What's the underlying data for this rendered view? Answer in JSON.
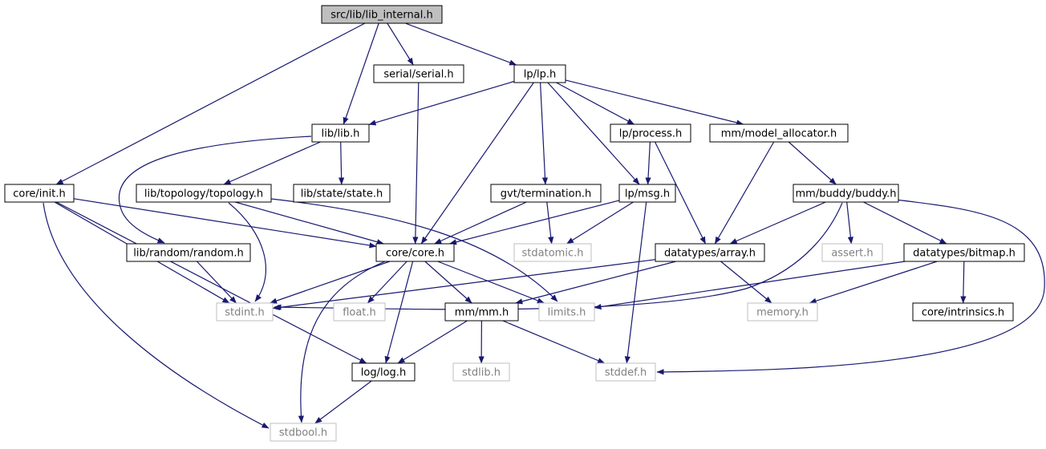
{
  "colors": {
    "edge": "#191970",
    "node_border": "#000000",
    "system_border": "#bfbfbf",
    "root_fill": "#bfbfbf",
    "system_text": "#808080",
    "text": "#000000"
  },
  "graph": {
    "nodes": [
      {
        "id": "lib_internal",
        "label": "src/lib/lib_internal.h",
        "kind": "root"
      },
      {
        "id": "serial",
        "label": "serial/serial.h",
        "kind": "file"
      },
      {
        "id": "lp",
        "label": "lp/lp.h",
        "kind": "file"
      },
      {
        "id": "lib",
        "label": "lib/lib.h",
        "kind": "file"
      },
      {
        "id": "process",
        "label": "lp/process.h",
        "kind": "file"
      },
      {
        "id": "model_allocator",
        "label": "mm/model_allocator.h",
        "kind": "file"
      },
      {
        "id": "init",
        "label": "core/init.h",
        "kind": "file"
      },
      {
        "id": "topology",
        "label": "lib/topology/topology.h",
        "kind": "file"
      },
      {
        "id": "state",
        "label": "lib/state/state.h",
        "kind": "file"
      },
      {
        "id": "termination",
        "label": "gvt/termination.h",
        "kind": "file"
      },
      {
        "id": "msg",
        "label": "lp/msg.h",
        "kind": "file"
      },
      {
        "id": "buddy",
        "label": "mm/buddy/buddy.h",
        "kind": "file"
      },
      {
        "id": "random",
        "label": "lib/random/random.h",
        "kind": "file"
      },
      {
        "id": "core",
        "label": "core/core.h",
        "kind": "file"
      },
      {
        "id": "stdatomic",
        "label": "stdatomic.h",
        "kind": "system"
      },
      {
        "id": "array",
        "label": "datatypes/array.h",
        "kind": "file"
      },
      {
        "id": "assert",
        "label": "assert.h",
        "kind": "system"
      },
      {
        "id": "bitmap",
        "label": "datatypes/bitmap.h",
        "kind": "file"
      },
      {
        "id": "stdint",
        "label": "stdint.h",
        "kind": "system"
      },
      {
        "id": "float",
        "label": "float.h",
        "kind": "system"
      },
      {
        "id": "mm",
        "label": "mm/mm.h",
        "kind": "file"
      },
      {
        "id": "limits",
        "label": "limits.h",
        "kind": "system"
      },
      {
        "id": "memory",
        "label": "memory.h",
        "kind": "system"
      },
      {
        "id": "intrinsics",
        "label": "core/intrinsics.h",
        "kind": "file"
      },
      {
        "id": "log",
        "label": "log/log.h",
        "kind": "file"
      },
      {
        "id": "stdlib",
        "label": "stdlib.h",
        "kind": "system"
      },
      {
        "id": "stddef",
        "label": "stddef.h",
        "kind": "system"
      },
      {
        "id": "stdbool",
        "label": "stdbool.h",
        "kind": "system"
      }
    ],
    "edges": [
      [
        "lib_internal",
        "init"
      ],
      [
        "lib_internal",
        "lib"
      ],
      [
        "lib_internal",
        "serial"
      ],
      [
        "lib_internal",
        "lp"
      ],
      [
        "serial",
        "core"
      ],
      [
        "lp",
        "lib"
      ],
      [
        "lp",
        "core"
      ],
      [
        "lp",
        "termination"
      ],
      [
        "lp",
        "msg"
      ],
      [
        "lp",
        "process"
      ],
      [
        "lp",
        "model_allocator"
      ],
      [
        "lib",
        "random"
      ],
      [
        "lib",
        "topology"
      ],
      [
        "lib",
        "state"
      ],
      [
        "process",
        "msg"
      ],
      [
        "process",
        "array"
      ],
      [
        "model_allocator",
        "array"
      ],
      [
        "model_allocator",
        "buddy"
      ],
      [
        "init",
        "core"
      ],
      [
        "init",
        "stdint"
      ],
      [
        "init",
        "log"
      ],
      [
        "init",
        "stdbool"
      ],
      [
        "topology",
        "core"
      ],
      [
        "topology",
        "stdint"
      ],
      [
        "topology",
        "limits"
      ],
      [
        "termination",
        "core"
      ],
      [
        "termination",
        "stdatomic"
      ],
      [
        "msg",
        "core"
      ],
      [
        "msg",
        "stdatomic"
      ],
      [
        "msg",
        "stddef"
      ],
      [
        "buddy",
        "array"
      ],
      [
        "buddy",
        "stdint"
      ],
      [
        "buddy",
        "assert"
      ],
      [
        "buddy",
        "bitmap"
      ],
      [
        "buddy",
        "stddef"
      ],
      [
        "random",
        "stdint"
      ],
      [
        "core",
        "stdint"
      ],
      [
        "core",
        "float"
      ],
      [
        "core",
        "mm"
      ],
      [
        "core",
        "limits"
      ],
      [
        "core",
        "log"
      ],
      [
        "core",
        "stdbool"
      ],
      [
        "array",
        "stdint"
      ],
      [
        "array",
        "mm"
      ],
      [
        "array",
        "memory"
      ],
      [
        "bitmap",
        "limits"
      ],
      [
        "bitmap",
        "memory"
      ],
      [
        "bitmap",
        "intrinsics"
      ],
      [
        "mm",
        "log"
      ],
      [
        "mm",
        "stdlib"
      ],
      [
        "mm",
        "stddef"
      ],
      [
        "log",
        "stdbool"
      ]
    ]
  }
}
